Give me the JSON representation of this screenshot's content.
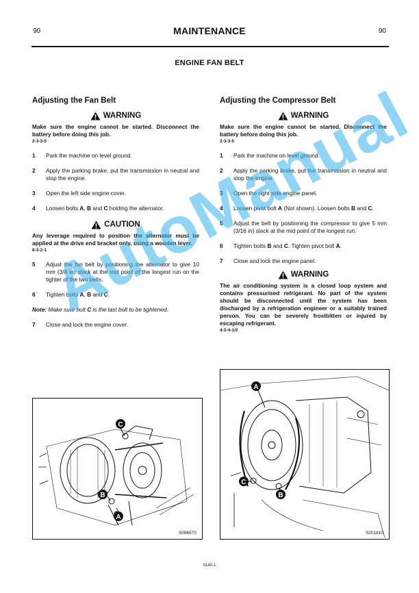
{
  "page": {
    "number_left": "90",
    "number_right": "90",
    "title": "MAINTENANCE",
    "section": "ENGINE FAN BELT",
    "footer_code": "0140-1"
  },
  "left": {
    "heading": "Adjusting the Fan Belt",
    "warning": {
      "label": "WARNING",
      "text": "Make sure the engine cannot be started.  Disconnect the battery before doing this job.",
      "code": "2-3-3-5"
    },
    "steps_a": [
      {
        "n": "1",
        "text": "Park the machine on level ground."
      },
      {
        "n": "2",
        "text": "Apply the parking brake, put the transmission in neutral and stop the engine."
      },
      {
        "n": "3",
        "text": "Open the left side engine cover."
      },
      {
        "n": "4",
        "pre": "Loosen bolts ",
        "b1": "A",
        "m1": ", ",
        "b2": "B",
        "m2": " and ",
        "b3": "C",
        "post": " holding the alternator."
      }
    ],
    "caution": {
      "label": "CAUTION",
      "text": "Any leverage required to position the alternator must be applied at the drive end bracket only, using a wooden lever.",
      "code": "8-3-2-1"
    },
    "step5": {
      "n": "5",
      "text": "Adjust the fan belt by positioning the alternator to give 10 mm (3/8  in) slack at the mid point of the longest run on the tighter of the two belts."
    },
    "step6": {
      "n": "6",
      "pre": "Tighten bolts ",
      "b1": "A",
      "m1": ", ",
      "b2": "B",
      "m2": " and ",
      "b3": "C",
      "post": "."
    },
    "note": {
      "label": "Note:",
      "pre": " Make sure bolt ",
      "b": "C",
      "post": " is the last bolt to be tightened."
    },
    "step7": {
      "n": "7",
      "text": "Close and lock the engine cover."
    },
    "figure": {
      "ref": "S096570",
      "labels": [
        "C",
        "B",
        "A"
      ]
    }
  },
  "right": {
    "heading": "Adjusting the Compressor Belt",
    "warning": {
      "label": "WARNING",
      "text": "Make sure the engine cannot be started.  Disconnect the battery before doing this job.",
      "code": "2-3-3-5"
    },
    "step1": {
      "n": "1",
      "text": "Park the machine on level ground."
    },
    "step2": {
      "n": "2",
      "text": "Apply the parking brake, put the transmission in neutral and stop the engine."
    },
    "step3": {
      "n": "3",
      "text": "Open the right side engine panel."
    },
    "step4": {
      "n": "4",
      "pre": "Loosen pivot bolt ",
      "b1": "A",
      "mid": " (Not shown). Loosen bolts ",
      "b2": "B",
      "and": " and ",
      "b3": "C",
      "post": "."
    },
    "step5": {
      "n": "5",
      "text": "Adjust the belt by positioning the compressor to give 5 mm (3/16  in) slack at the mid point of the longest run."
    },
    "step6": {
      "n": "6",
      "pre": "Tighten bolts ",
      "b1": "B",
      "m1": " and ",
      "b2": "C",
      "mid": ". Tighten pivot bolt ",
      "b3": "A",
      "post": "."
    },
    "step7": {
      "n": "7",
      "text": "Close and lock the engine panel."
    },
    "warning2": {
      "label": "WARNING",
      "text": "The air conditioning system is a closed loop system and contains pressurised refrigerant. No part of the system should be disconnected until the system has been discharged by a refrigeration engineer or a suitably trained person. You can be severely frostbitten or injured by escaping refrigerant.",
      "code": "4-3-4-1/2"
    },
    "figure": {
      "ref": "S201810",
      "labels": [
        "A",
        "C",
        "B"
      ]
    }
  },
  "watermark": "AutoManual",
  "colors": {
    "watermark": "#36b4ee",
    "text": "#111111"
  },
  "icons": [
    "warning-triangle-icon",
    "caution-triangle-icon"
  ]
}
